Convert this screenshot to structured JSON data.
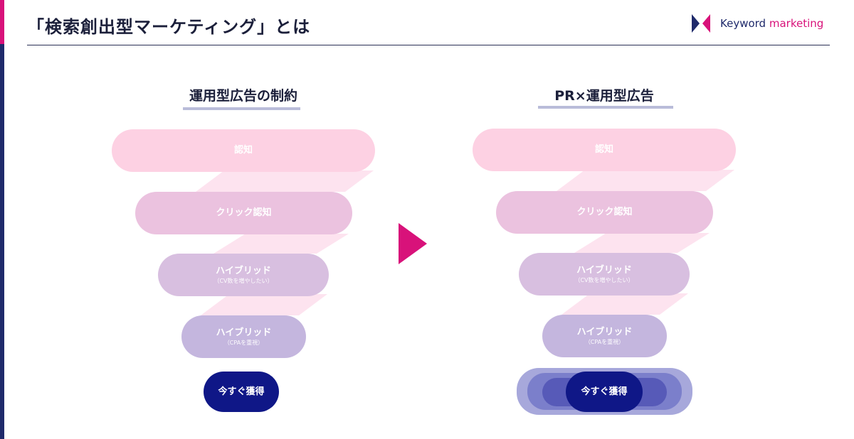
{
  "header": {
    "title": "「検索創出型マーケティング」とは",
    "logo_text_part1": "Keyword ",
    "logo_text_part2": "marketing"
  },
  "colors": {
    "brand_navy": "#1f2a6b",
    "brand_magenta": "#d8127a",
    "stage_awareness": "#fdd1e3",
    "stage_click": "#ebc2df",
    "stage_hybrid_cv": "#d8bfe0",
    "stage_hybrid_cpa": "#c4b6de",
    "stage_immediate": "#0f1787"
  },
  "left": {
    "title": "運用型広告の制約",
    "stages": [
      {
        "label": "認知"
      },
      {
        "label": "クリック認知"
      },
      {
        "label": "ハイブリッド",
        "sub": "（CV数を増やしたい）"
      },
      {
        "label": "ハイブリッド",
        "sub": "（CPAを重視）"
      },
      {
        "label": "今すぐ獲得"
      }
    ]
  },
  "right": {
    "title": "PR×運用型広告",
    "stages": [
      {
        "label": "認知"
      },
      {
        "label": "クリック認知"
      },
      {
        "label": "ハイブリッド",
        "sub": "（CV数を増やしたい）"
      },
      {
        "label": "ハイブリッド",
        "sub": "（CPAを重視）"
      },
      {
        "label": "今すぐ獲得"
      }
    ]
  },
  "icons": {
    "center_arrow": "play-arrow-icon",
    "logo_mark": "bowtie-logo-icon"
  }
}
